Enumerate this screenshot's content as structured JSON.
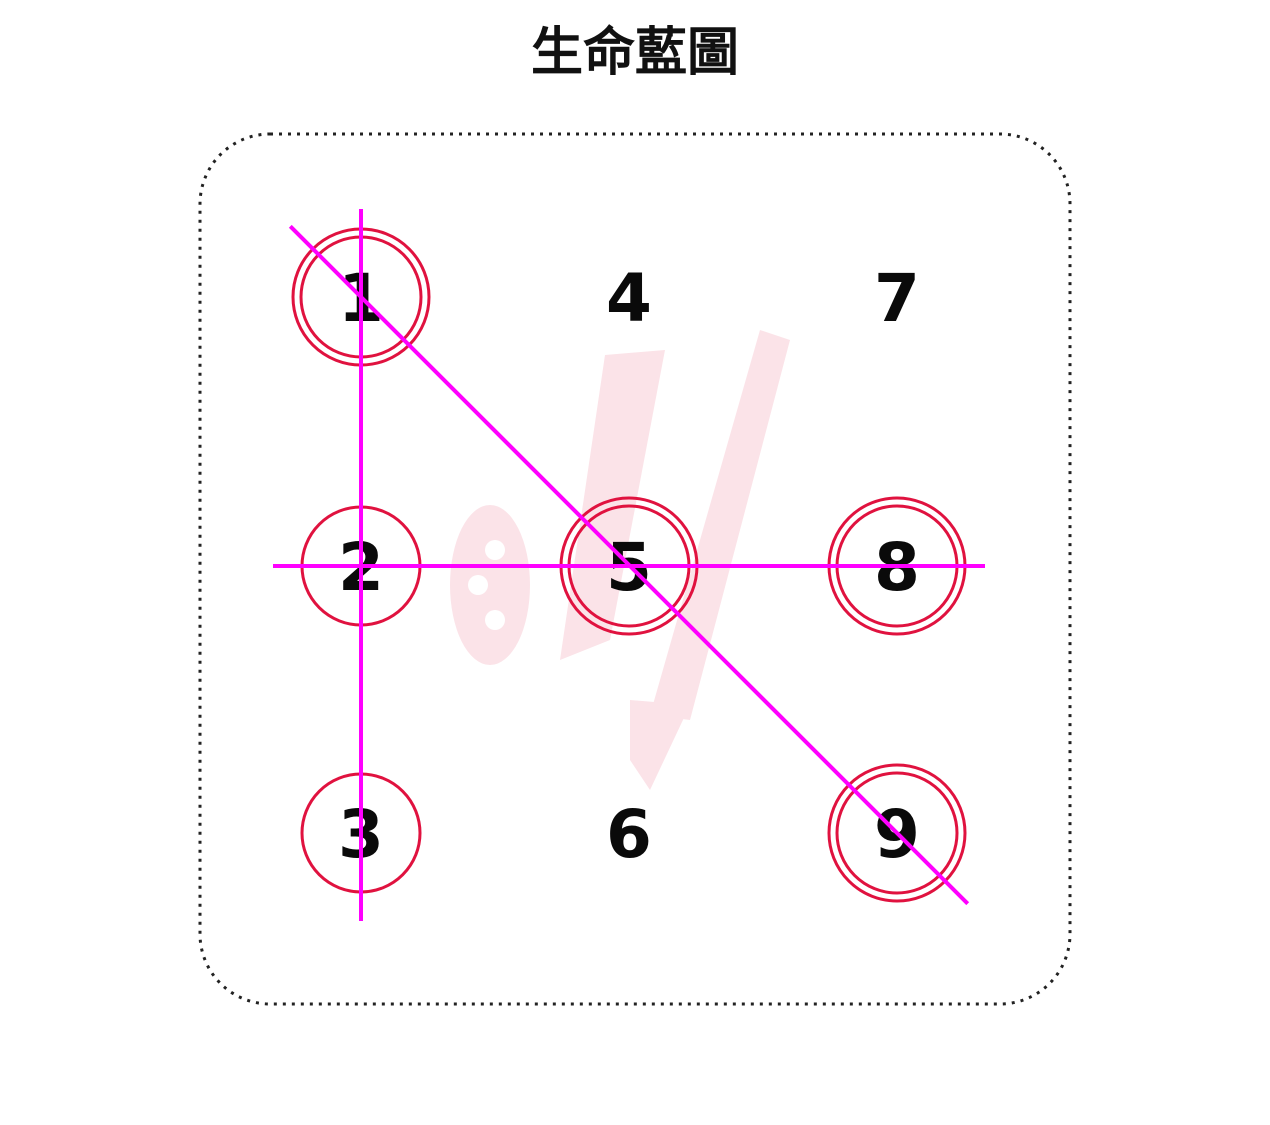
{
  "title": "生命藍圖",
  "colors": {
    "circle": "#e0123f",
    "line": "#ff00ff",
    "text": "#0a0a0a",
    "frame": "#222222",
    "watermark": "#fbe3e8"
  },
  "cells": [
    {
      "id": "1",
      "label": "1",
      "circles": 2
    },
    {
      "id": "2",
      "label": "2",
      "circles": 1
    },
    {
      "id": "3",
      "label": "3",
      "circles": 1
    },
    {
      "id": "4",
      "label": "4",
      "circles": 0
    },
    {
      "id": "5",
      "label": "5",
      "circles": 2
    },
    {
      "id": "6",
      "label": "6",
      "circles": 0
    },
    {
      "id": "7",
      "label": "7",
      "circles": 0
    },
    {
      "id": "8",
      "label": "8",
      "circles": 2
    },
    {
      "id": "9",
      "label": "9",
      "circles": 2
    }
  ],
  "lines": [
    {
      "from": "1",
      "to": "3"
    },
    {
      "from": "2",
      "to": "8"
    },
    {
      "from": "1",
      "to": "9"
    }
  ]
}
